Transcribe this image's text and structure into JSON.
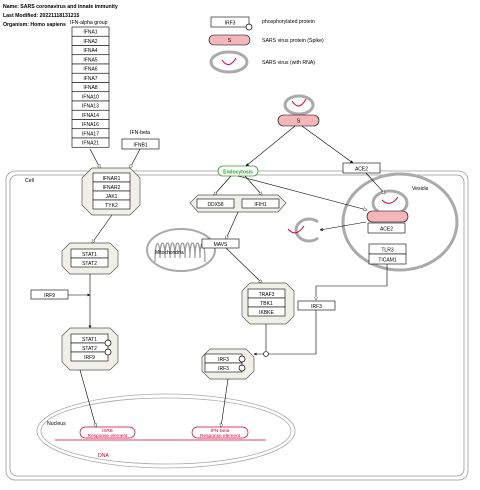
{
  "header": {
    "name": "Name: SARS coronavirus and innate immunity",
    "modified": "Last Modified: 20221118131215",
    "organism": "Organism: Homo sapiens"
  },
  "legend": {
    "gene_box": "IRF3",
    "phosphorylated": "phosphorylated protein",
    "virus_protein_box": "S",
    "virus_protein": "SARS virus protein (Spike)",
    "virus": "SARS virus (with RNA)"
  },
  "groups": {
    "ifn_alpha": "IFN-alpha group",
    "ifn_beta": "IFN-beta"
  },
  "ifna_genes": [
    "IFNA1",
    "IFNA2",
    "IFNA4",
    "IFNA5",
    "IFNA6",
    "IFNA7",
    "IFNA8",
    "IFNA10",
    "IFNA13",
    "IFNA14",
    "IFNA16",
    "IFNA17",
    "IFNA21"
  ],
  "ifnb": "IFNB1",
  "compartments": {
    "cell": "Cell",
    "vesicle": "Vesicle",
    "mitochondria": "Mitochondria",
    "nucleus": "Nucleus",
    "dna": "DNA"
  },
  "spike": "S",
  "endocytosis": "Endocytosis",
  "ace2": "ACE2",
  "ace2_vesicle": "ACE2",
  "receptor": [
    "IFNAR1",
    "IFNAR2",
    "JAK1",
    "TYK2"
  ],
  "stat_pair": [
    "STAT1",
    "STAT2"
  ],
  "irf9": "IRF9",
  "isgf3": [
    "STAT1",
    "STAT2",
    "IRF9"
  ],
  "sensors": [
    "DDX58",
    "IFIH1"
  ],
  "mavs": "MAVS",
  "kinase_complex": [
    "TRAF3",
    "TBK1",
    "IKBKE"
  ],
  "tlr": [
    "TLR3",
    "TICAM1"
  ],
  "irf3": "IRF3",
  "irf3_dimer": [
    "IRF3",
    "IRF3"
  ],
  "response": {
    "isre": [
      "ISRE",
      "Response element"
    ],
    "ifnb": [
      "IFN-beta",
      "Response element"
    ]
  },
  "colors": {
    "virus_protein_fill": "#f4b6b8",
    "rna": "#d40030",
    "endocytosis": "#2e9b2e",
    "response_text": "#d40030"
  }
}
